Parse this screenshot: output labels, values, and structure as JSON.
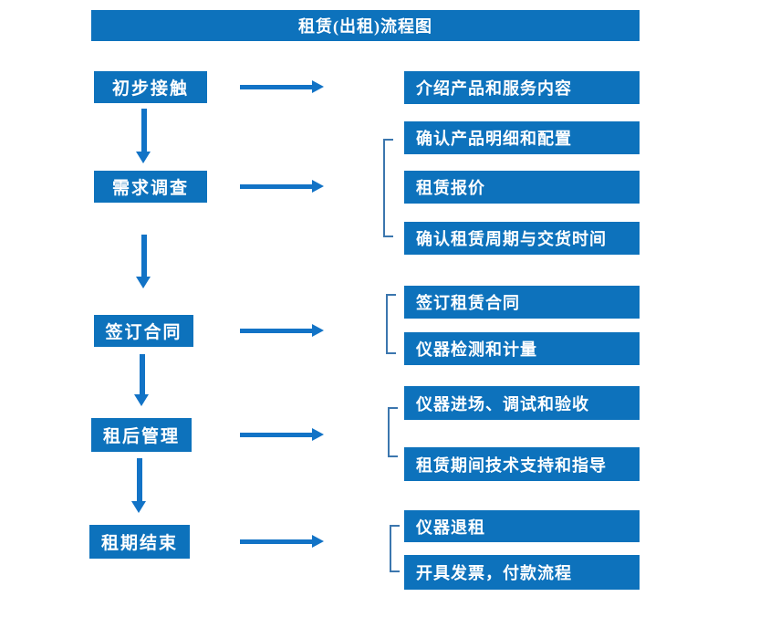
{
  "title": "租赁(出租)流程图",
  "colors": {
    "box_blue": "#0d72bc",
    "arrow_blue": "#1273c6",
    "bracket_blue": "#3b76ae",
    "text": "#ffffff",
    "background": "#ffffff"
  },
  "steps": [
    {
      "label": "初步接触",
      "details": [
        "介绍产品和服务内容"
      ]
    },
    {
      "label": "需求调查",
      "details": [
        "确认产品明细和配置",
        "租赁报价",
        "确认租赁周期与交货时间"
      ]
    },
    {
      "label": "签订合同",
      "details": [
        "签订租赁合同",
        "仪器检测和计量"
      ]
    },
    {
      "label": "租后管理",
      "details": [
        "仪器进场、调试和验收",
        "租赁期间技术支持和指导"
      ]
    },
    {
      "label": "租期结束",
      "details": [
        "仪器退租",
        "开具发票，付款流程"
      ]
    }
  ]
}
